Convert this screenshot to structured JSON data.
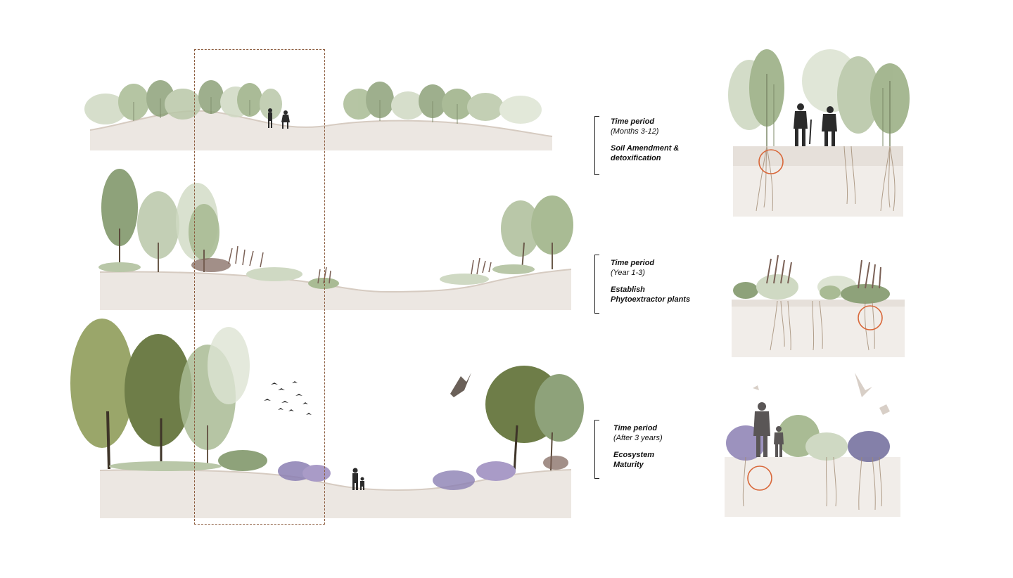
{
  "phases": [
    {
      "time_label": "Time period",
      "period": "(Months 3-12)",
      "description_line1": "Soil Amendment &",
      "description_line2": "detoxification"
    },
    {
      "time_label": "Time period",
      "period": "(Year 1-3)",
      "description_line1": "Establish",
      "description_line2": "Phytoextractor plants"
    },
    {
      "time_label": "Time period",
      "period": "(After 3 years)",
      "description_line1": "Ecosystem",
      "description_line2": "Maturity"
    }
  ],
  "colors": {
    "ground": "#ece7e2",
    "ground_dark": "#ddd3cb",
    "foliage_light": "#b9c7a8",
    "foliage_mid": "#8ea27a",
    "foliage_dark": "#5f7048",
    "trunk": "#5a4a3a",
    "silhouette": "#2b2b2b",
    "root": "#a08a72",
    "highlight_circle": "#d9683a",
    "frame": "#8a5a3c",
    "lavender": "#8b7fb3",
    "grass_plume": "#7a6055"
  }
}
